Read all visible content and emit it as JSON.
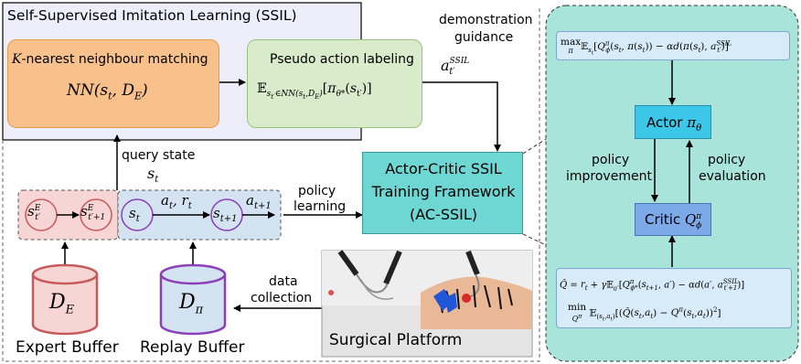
{
  "ssil": {
    "title": "Self-Supervised Imitation Learning (SSIL)",
    "knn_title": "K-nearest neighbour matching",
    "knn_formula": "NN(sₜ, D_E)",
    "pseudo_title": "Pseudo action labeling",
    "pseudo_formula": "𝔼_{sₜ′∈NN(sₜ,D_E)}[π_θ*(sₜ′)]"
  },
  "labels": {
    "demonstration": "demonstration",
    "guidance": "guidance",
    "ssil_action": "a",
    "ssil_action_sup": "SSIL",
    "ssil_action_sub": "t′",
    "query_state": "query state",
    "query_state_var": "sₜ",
    "policy": "policy",
    "learning": "learning",
    "data": "data",
    "collection": "collection"
  },
  "acssil": {
    "line1": "Actor-Critic SSIL",
    "line2": "Training Framework",
    "line3": "(AC-SSIL)"
  },
  "buffers": {
    "expert_t": "s",
    "expert_t_sup": "E",
    "expert_t_sub": "t′",
    "expert_t1": "s",
    "expert_t1_sup": "E",
    "expert_t1_sub": "t′+1",
    "replay_s": "sₜ",
    "replay_ar": "aₜ, rₜ",
    "replay_s1": "sₜ₊₁",
    "replay_a1": "aₜ₊₁",
    "expert_symbol": "D",
    "expert_symbol_sub": "E",
    "replay_symbol": "D",
    "replay_symbol_sub": "π",
    "expert_label": "Expert Buffer",
    "replay_label": "Replay Buffer",
    "platform_label": "Surgical Platform"
  },
  "right_panel": {
    "actor_objective": "max_π 𝔼_{sₜ}[Q^π_ϕ(sₜ, π(sₜ)) − αd(π(sₜ), a^{SSIL}_{t′})]",
    "actor": "Actor",
    "actor_sym": "π_θ",
    "critic": "Critic",
    "critic_sym": "Q^π_ϕ",
    "improvement_1": "policy",
    "improvement_2": "improvement",
    "evaluation_1": "policy",
    "evaluation_2": "evaluation",
    "critic_target": "Q̂ = rₜ + γ𝔼_{a′}[Q^π_{ϕ*}(sₜ₊₁, a′) − αd(a′, a^{SSIL}_{t′+1})]",
    "critic_loss": "min_{Q^π} 𝔼_{(sₜ,aₜ)}[(Q̂(sₜ,aₜ) − Q^π(sₜ,aₜ))²]"
  },
  "colors": {
    "ssil_bg": "#eeeefa",
    "knn_fill": "#f8c08a",
    "knn_border": "#e69a4a",
    "pseudo_fill": "#d8eccb",
    "pseudo_border": "#97c47c",
    "acssil_fill": "#6ed6d3",
    "panel_fill": "#a8e4da",
    "actor_fill": "#3cc7e8",
    "critic_fill": "#7ea9e8",
    "formula_fill": "#d8ebf8",
    "expert_fill": "#f7d5d5",
    "expert_border": "#c75a5a",
    "replay_fill": "#d3e3f1",
    "replay_border": "#8b3fb8"
  }
}
